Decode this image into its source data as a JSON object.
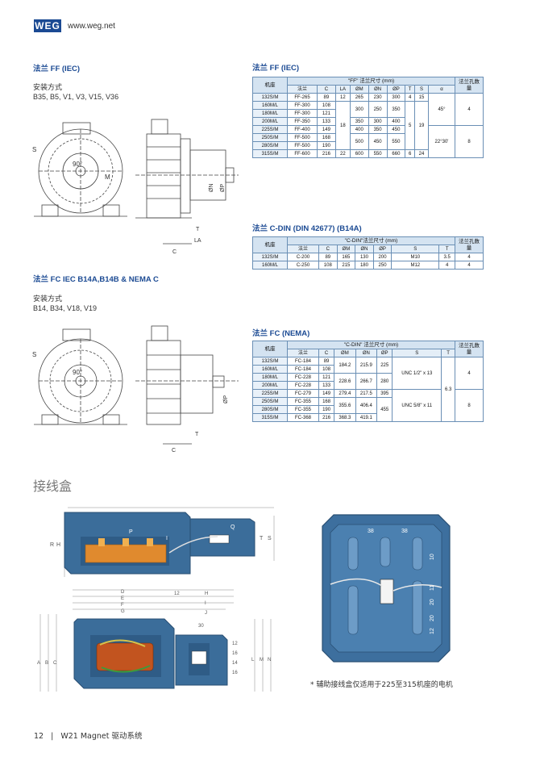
{
  "header": {
    "logo": "WEG",
    "url": "www.weg.net"
  },
  "ff_iec": {
    "title": "法兰 FF (IEC)",
    "mount_label": "安装方式",
    "mount_values": "B35, B5, V1, V3, V15, V36"
  },
  "fc_iec": {
    "title": "法兰 FC IEC B14A,B14B & NEMA C",
    "mount_label": "安装方式",
    "mount_values": "B14, B34, V18, V19"
  },
  "dim_labels": {
    "s": "S",
    "m": "M",
    "n": "ØN",
    "p": "ØP",
    "t": "T",
    "la": "LA",
    "c": "C",
    "angle": "90°",
    "alpha": "α"
  },
  "table_ff": {
    "title": "法兰 FF (IEC)",
    "frame": "机座",
    "group": "\"FF\" 法兰尺寸 (mm)",
    "holes": "法兰孔数量",
    "columns": [
      "法兰",
      "C",
      "LA",
      "ØM",
      "ØN",
      "ØP",
      "T",
      "S",
      "α"
    ],
    "rows": [
      {
        "frame": "132S/M",
        "flange": "FF-265",
        "c": "89"
      },
      {
        "frame": "160M/L",
        "flange": "FF-300",
        "c": "108"
      },
      {
        "frame": "180M/L",
        "flange": "FF-300",
        "c": "121"
      },
      {
        "frame": "200M/L",
        "flange": "FF-350",
        "c": "133"
      },
      {
        "frame": "225S/M",
        "flange": "FF-400",
        "c": "149"
      },
      {
        "frame": "250S/M",
        "flange": "FF-500",
        "c": "168"
      },
      {
        "frame": "280S/M",
        "flange": "FF-500",
        "c": "190"
      },
      {
        "frame": "315S/M",
        "flange": "FF-600",
        "c": "216"
      }
    ],
    "la": [
      "12",
      "18",
      "22"
    ],
    "m": [
      "265",
      "300",
      "350",
      "400",
      "500",
      "600"
    ],
    "n": [
      "230",
      "250",
      "300",
      "350",
      "450",
      "550"
    ],
    "p": [
      "300",
      "350",
      "400",
      "450",
      "550",
      "660"
    ],
    "t": [
      "4",
      "5",
      "6"
    ],
    "s": [
      "15",
      "19",
      "24"
    ],
    "alpha": [
      "45°",
      "22°30'"
    ],
    "holes_vals": [
      "4",
      "8"
    ]
  },
  "table_cdin": {
    "title": "法兰 C-DIN (DIN 42677) (B14A)",
    "frame": "机座",
    "group": "\"C-DIN\"法兰尺寸 (mm)",
    "holes": "法兰孔数量",
    "columns": [
      "法兰",
      "C",
      "ØM",
      "ØN",
      "ØP",
      "S",
      "T"
    ],
    "rows": [
      [
        "132S/M",
        "C-200",
        "89",
        "165",
        "130",
        "200",
        "M10",
        "3.5",
        "4"
      ],
      [
        "160M/L",
        "C-250",
        "108",
        "215",
        "180",
        "250",
        "M12",
        "4",
        "4"
      ]
    ]
  },
  "table_fc": {
    "title": "法兰 FC (NEMA)",
    "frame": "机座",
    "group": "\"C-DIN\" 法兰尺寸 (mm)",
    "holes": "法兰孔数量",
    "columns": [
      "法兰",
      "C",
      "ØM",
      "ØN",
      "ØP",
      "S",
      "T"
    ],
    "rows": [
      {
        "frame": "132S/M",
        "flange": "FC-184",
        "c": "89"
      },
      {
        "frame": "160M/L",
        "flange": "FC-184",
        "c": "108"
      },
      {
        "frame": "180M/L",
        "flange": "FC-228",
        "c": "121"
      },
      {
        "frame": "200M/L",
        "flange": "FC-228",
        "c": "133"
      },
      {
        "frame": "225S/M",
        "flange": "FC-279",
        "c": "149"
      },
      {
        "frame": "250S/M",
        "flange": "FC-355",
        "c": "168"
      },
      {
        "frame": "280S/M",
        "flange": "FC-355",
        "c": "190"
      },
      {
        "frame": "315S/M",
        "flange": "FC-368",
        "c": "216"
      }
    ],
    "m": [
      "184.2",
      "228.6",
      "279.4",
      "355.6",
      "368.3"
    ],
    "n": [
      "215.9",
      "266.7",
      "217.5",
      "406.4",
      "419.1"
    ],
    "p": [
      "225",
      "280",
      "395",
      "455"
    ],
    "s": [
      "UNC 1/2\" x 13",
      "UNC 5/8\" x 11"
    ],
    "t": "6.3",
    "holes_vals": [
      "4",
      "8"
    ]
  },
  "junction": {
    "title": "接线盒",
    "note": "* 辅助接线盒仅适用于225至315机座的电机",
    "dims_top": [
      "P",
      "I",
      "Q",
      "R",
      "H",
      "T",
      "S"
    ],
    "dims_bottom": [
      "D",
      "E",
      "F",
      "G",
      "12",
      "H",
      "I",
      "J",
      "30",
      "A",
      "B",
      "C",
      "L",
      "M",
      "N",
      "12",
      "16",
      "14",
      "16"
    ],
    "dims_right": [
      "38",
      "38",
      "10",
      "11",
      "20",
      "20",
      "12"
    ]
  },
  "footer": {
    "page": "12",
    "sep": "|",
    "text": "W21 Magnet 驱动系统"
  },
  "colors": {
    "brand_blue": "#1b4a93",
    "box_blue": "#3b6d9a",
    "table_header": "#d4e3f1"
  }
}
